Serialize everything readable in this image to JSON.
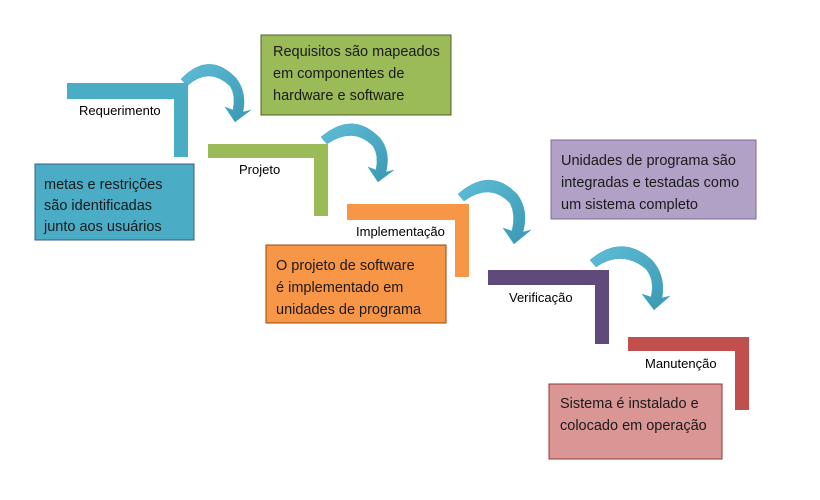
{
  "stages": [
    {
      "label": "Requerimento",
      "color": "#4bacc6"
    },
    {
      "label": "Projeto",
      "color": "#9bbb59"
    },
    {
      "label": "Implementação",
      "color": "#f79646"
    },
    {
      "label": "Verificação",
      "color": "#604a7b"
    },
    {
      "label": "Manutenção",
      "color": "#c0504d"
    }
  ],
  "boxes": [
    {
      "lines": [
        "metas e restrições",
        "são identificadas",
        "junto aos usuários"
      ],
      "fill": "#4bacc6"
    },
    {
      "lines": [
        "Requisitos são mapeados",
        "em componentes de",
        "hardware e software"
      ],
      "fill": "#9bbb59"
    },
    {
      "lines": [
        "O projeto de software",
        "é implementado em",
        "unidades de programa"
      ],
      "fill": "#f79646"
    },
    {
      "lines": [
        "Unidades de programa são",
        "integradas e testadas como",
        "um sistema completo"
      ],
      "fill": "#b2a1c7"
    },
    {
      "lines": [
        "Sistema é instalado e",
        "colocado em operação"
      ],
      "fill": "#d99694"
    }
  ],
  "arrow_color": "#4bacc6"
}
